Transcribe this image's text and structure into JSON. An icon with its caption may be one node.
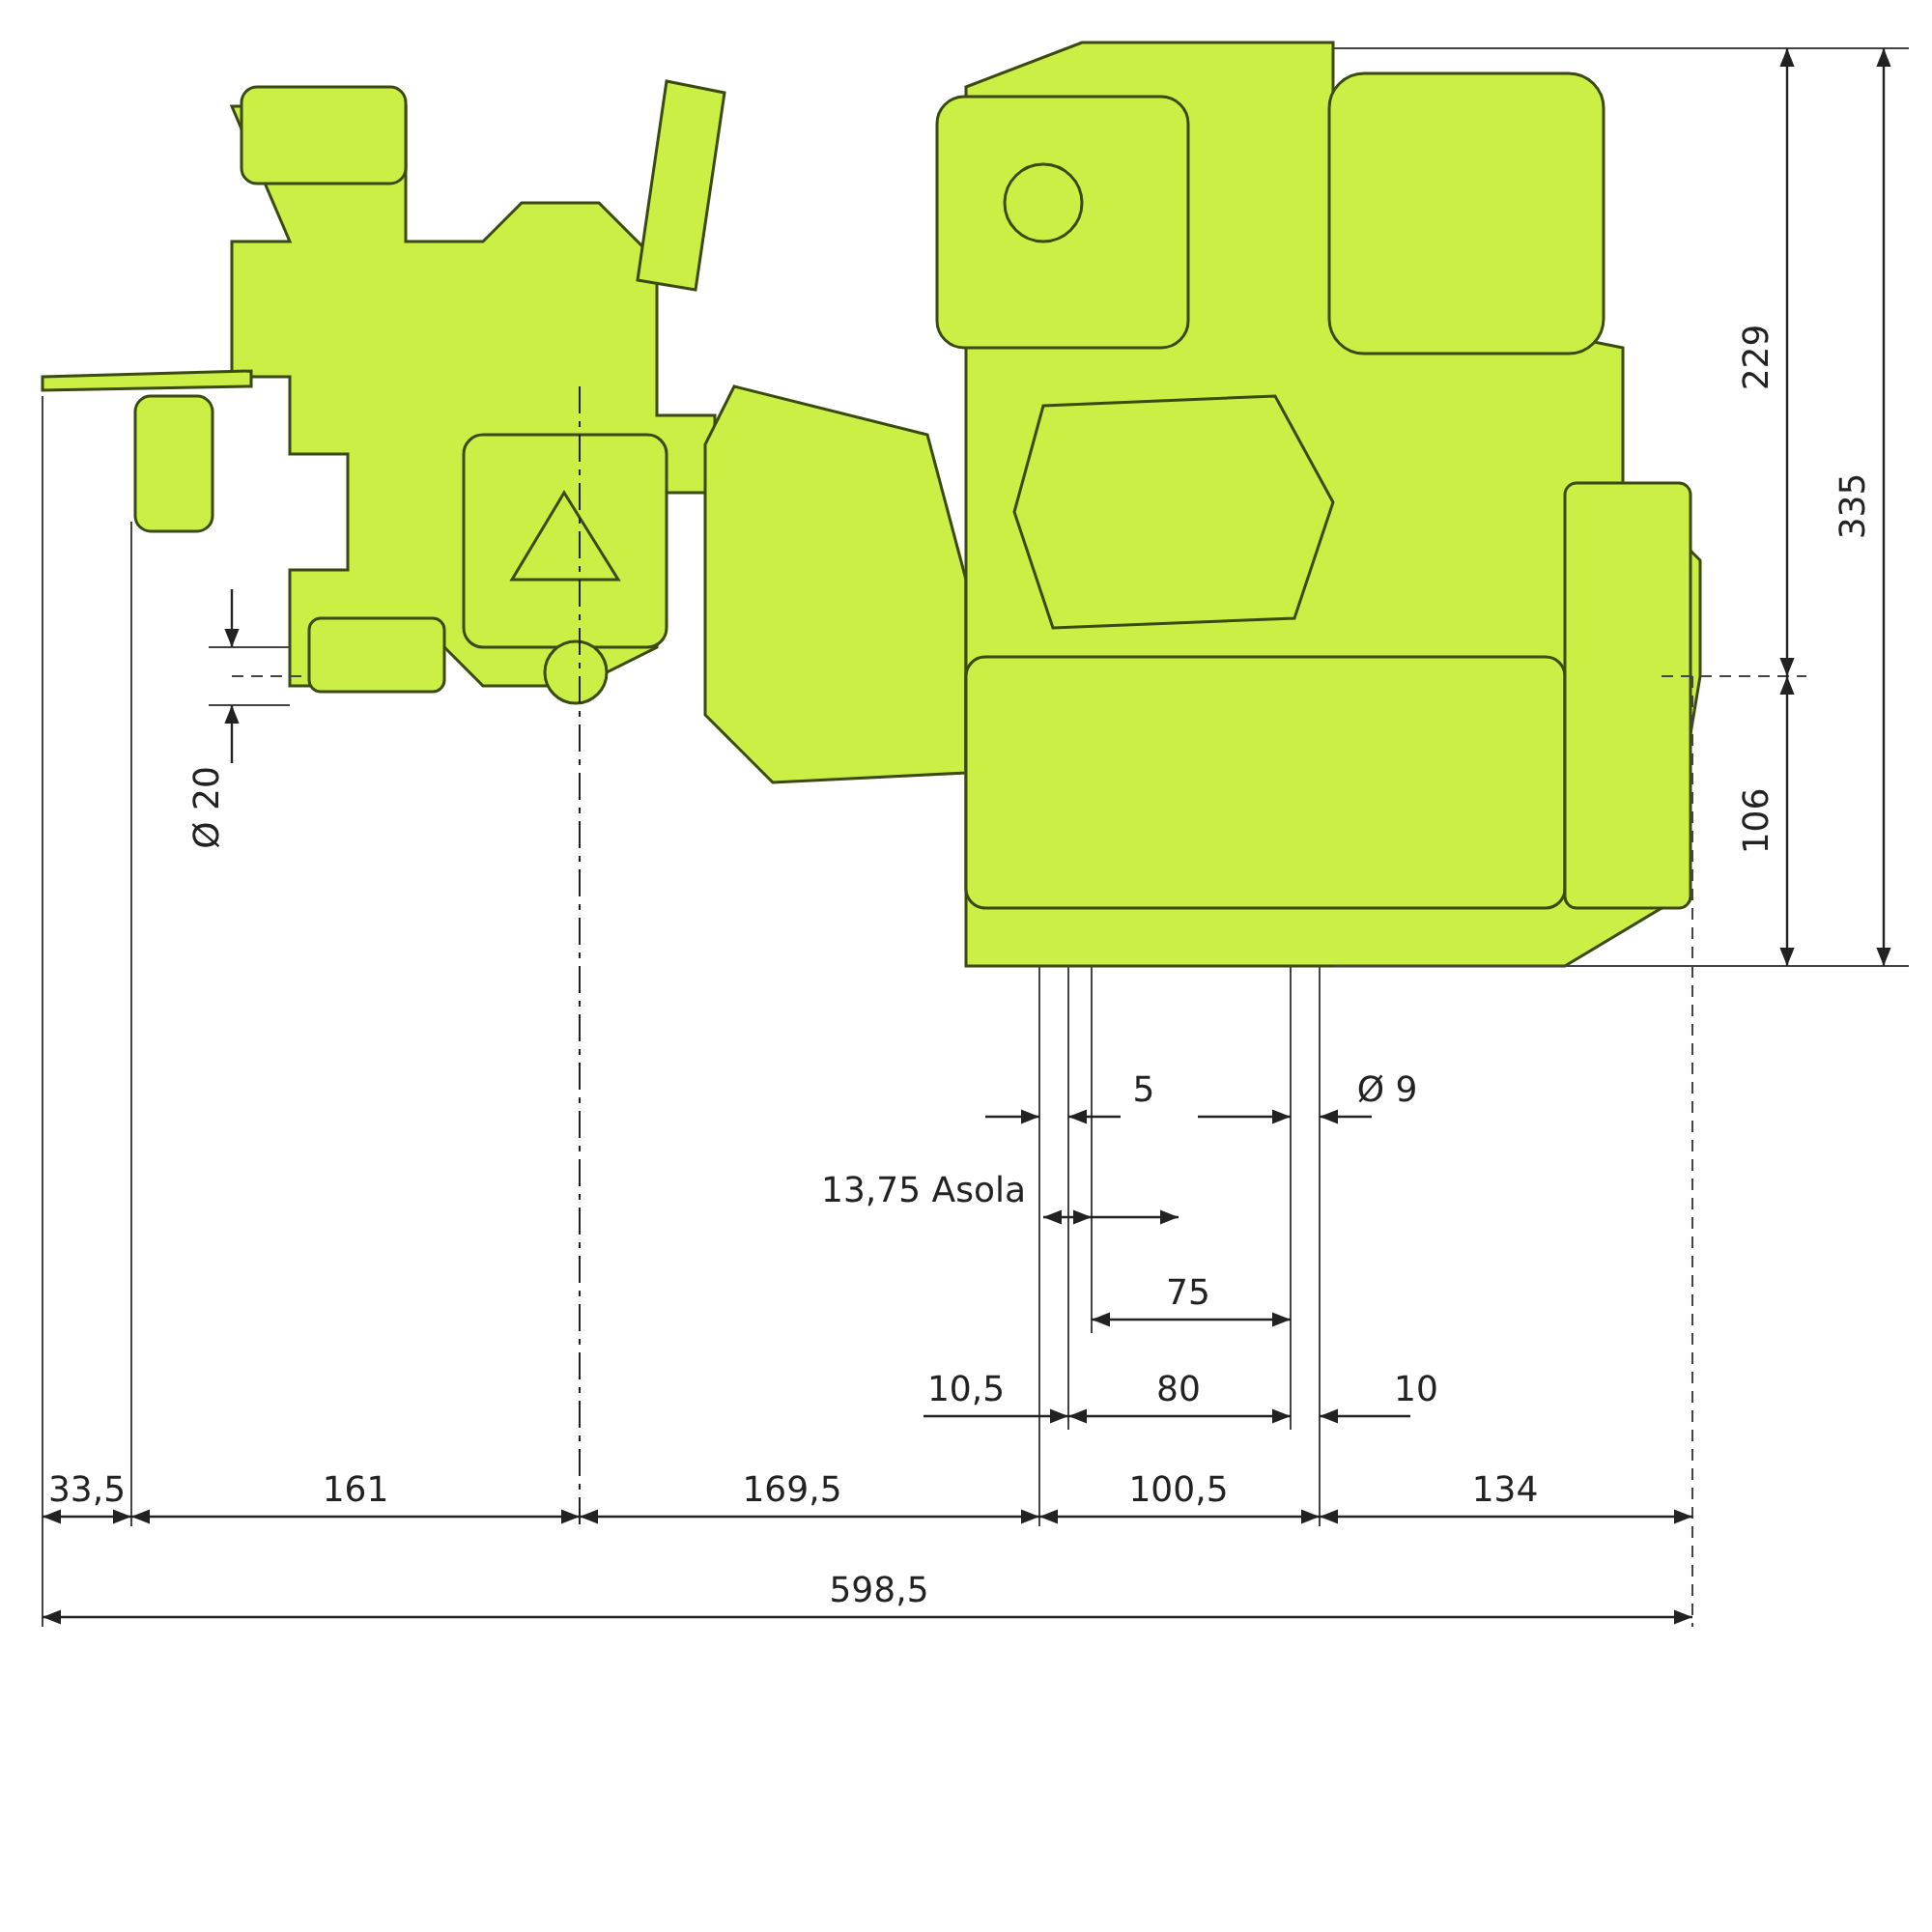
{
  "diagram": {
    "labels": [
      "229",
      "335",
      "Ø 20",
      "106",
      "5",
      "Ø 9",
      "13,75 Asola",
      "75",
      "10,5",
      "80",
      "10",
      "33,5",
      "161",
      "169,5",
      "100,5",
      "134",
      "598,5"
    ]
  }
}
